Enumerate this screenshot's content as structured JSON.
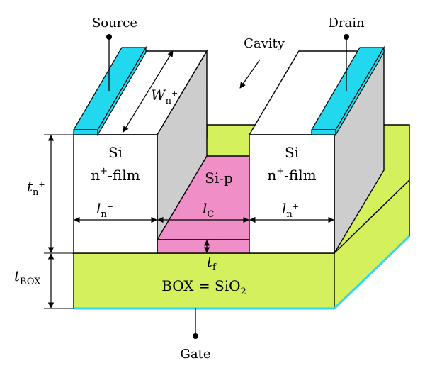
{
  "labels": {
    "source": "Source",
    "drain": "Drain",
    "cavity": "Cavity",
    "gate": "Gate",
    "w_main": "W",
    "w_sub": "n",
    "w_sup": "+",
    "si_left": "Si",
    "film_left_prefix": "n",
    "film_left_sup": "+",
    "film_left_suffix": "-film",
    "si_right": "Si",
    "film_right_prefix": "n",
    "film_right_sup": "+",
    "film_right_suffix": "-film",
    "sip": "Si-p",
    "ln_left_main": "l",
    "ln_left_sub": "n",
    "ln_left_sup": "+",
    "lc_main": "l",
    "lc_sub": "C",
    "ln_right_main": "l",
    "ln_right_sub": "n",
    "ln_right_sup": "+",
    "tn_main": "t",
    "tn_sub": "n",
    "tn_sup": "+",
    "tf_main": "t",
    "tf_sub": "f",
    "tbox_main": "t",
    "tbox_sub": "BOX",
    "box_text": "BOX = SiO",
    "box_sub": "2"
  },
  "colors": {
    "box_green": "#d4f05c",
    "contact_cyan": "#22d8ee",
    "sip_pink": "#f08ec8",
    "side_gray": "#cdcdcd",
    "block_white": "#ffffff",
    "outline": "#000000",
    "box_edge_cyan": "#33d6ee"
  }
}
